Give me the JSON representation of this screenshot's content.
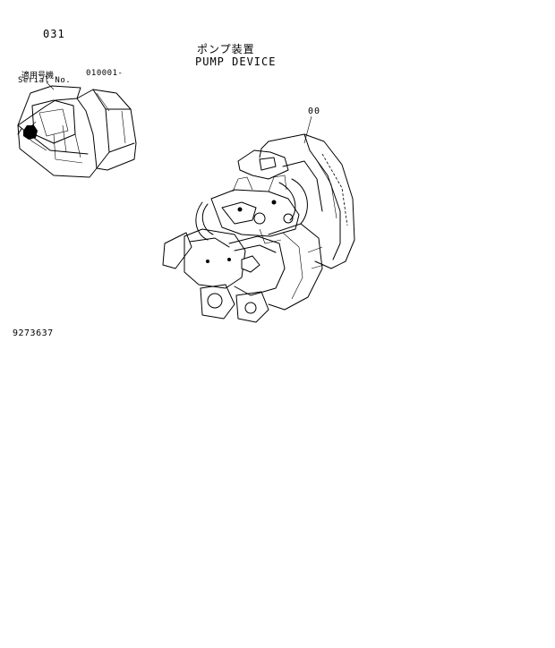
{
  "header": {
    "page_number": "031",
    "title_jp": "ポンプ装置",
    "title_en": "PUMP DEVICE"
  },
  "serial": {
    "label_jp": "適用号機",
    "label_en": "Serial No.",
    "value": "010001-"
  },
  "illustration": {
    "part_callout": "00",
    "subject_icon": "hydraulic-pump-assembly-icon",
    "locator_icon": "excavator-upper-structure-icon"
  },
  "footer": {
    "drawing_number": "9273637"
  }
}
